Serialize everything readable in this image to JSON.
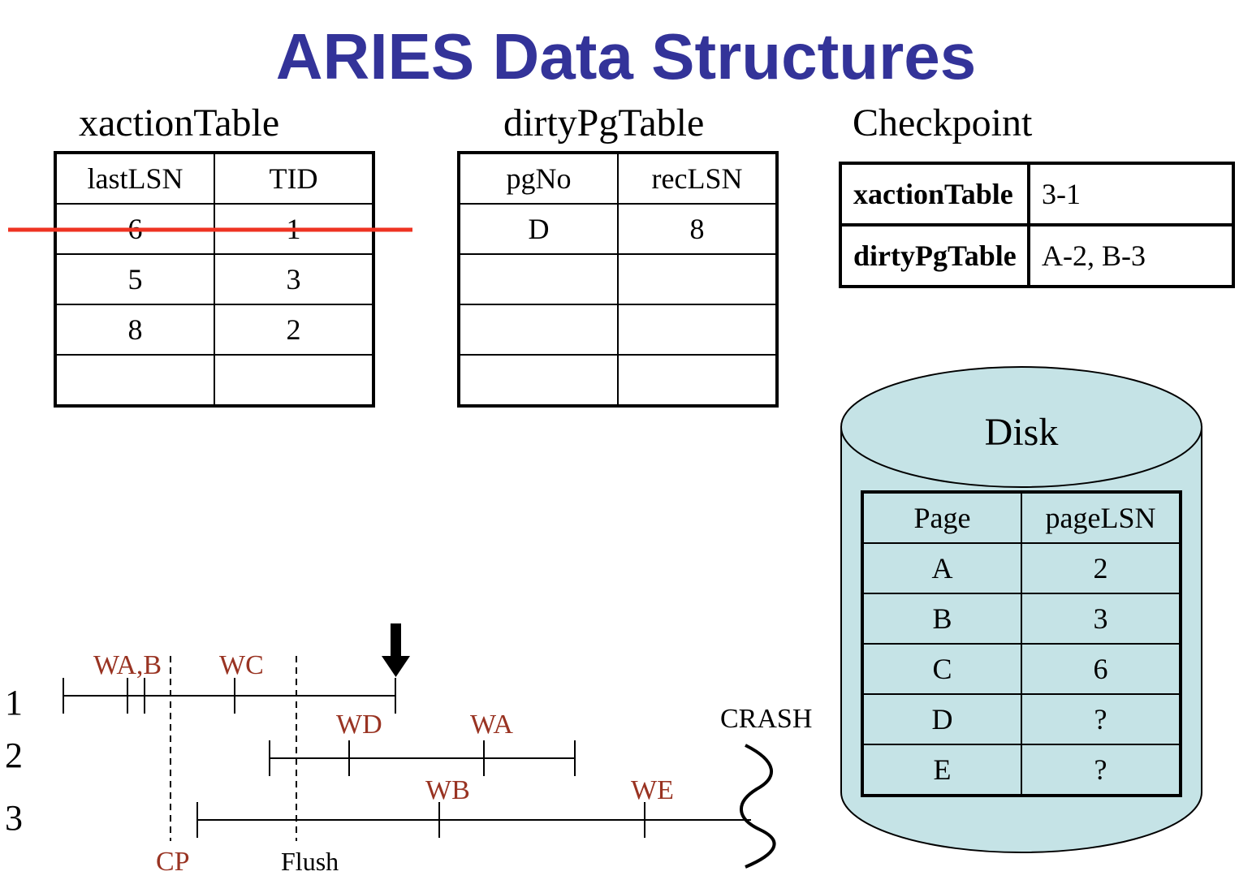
{
  "title": "ARIES Data Structures",
  "colors": {
    "title": "#333399",
    "strike": "#ee3322",
    "event": "#993322",
    "disk_fill": "#c5e3e6"
  },
  "xaction_table": {
    "label": "xactionTable",
    "headers": [
      "lastLSN",
      "TID"
    ],
    "rows": [
      [
        "6",
        "1"
      ],
      [
        "5",
        "3"
      ],
      [
        "8",
        "2"
      ],
      [
        "",
        ""
      ]
    ],
    "struck_row": 0
  },
  "dirty_pg_table": {
    "label": "dirtyPgTable",
    "headers": [
      "pgNo",
      "recLSN"
    ],
    "rows": [
      [
        "D",
        "8"
      ],
      [
        "",
        ""
      ],
      [
        "",
        ""
      ],
      [
        "",
        ""
      ]
    ]
  },
  "checkpoint": {
    "label": "Checkpoint",
    "rows": [
      {
        "key": "xactionTable",
        "value": "3-1"
      },
      {
        "key": "dirtyPgTable",
        "value": "A-2, B-3"
      }
    ]
  },
  "disk": {
    "label": "Disk",
    "headers": [
      "Page",
      "pageLSN"
    ],
    "rows": [
      [
        "A",
        "2"
      ],
      [
        "B",
        "3"
      ],
      [
        "C",
        "6"
      ],
      [
        "D",
        "?"
      ],
      [
        "E",
        "?"
      ]
    ]
  },
  "timeline": {
    "transactions": [
      "1",
      "2",
      "3"
    ],
    "events": [
      "WA,B",
      "WC",
      "WD",
      "WA",
      "WB",
      "WE"
    ],
    "markers": {
      "cp": "CP",
      "flush": "Flush",
      "crash": "CRASH"
    }
  }
}
